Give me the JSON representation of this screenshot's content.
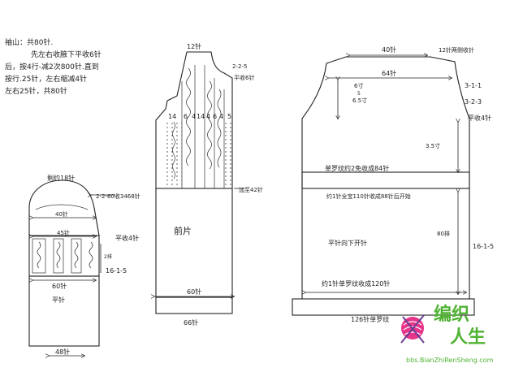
{
  "notes": {
    "lines": [
      "袖山：共80针.",
      "先左右收腋下平收6针",
      "后，按4行-减2次800针.直到",
      "按行.25针，左右缩减4针",
      "左右25针，共80针"
    ]
  },
  "sleeve": {
    "top_label": "剩约18针",
    "cap_rule": "2-2-60收3468针",
    "cap_width": "40针",
    "cable_width": "45针",
    "ribbing_label": "平收4针",
    "side_label": "2排",
    "side_rule": "16-1-5",
    "cuff_label": "60针",
    "body_label": "平针",
    "bottom_label": "48针"
  },
  "front": {
    "top_label": "12针",
    "neck_rule": "2-2-5",
    "neck_label": "平收6针",
    "cable_numbers": [
      "14",
      "6",
      "4",
      "14",
      "4",
      "6",
      "4",
      "5"
    ],
    "waist_label": "加至42针",
    "panel_label": "前片",
    "width_label": "60针",
    "hem_label": "66针"
  },
  "back": {
    "top_label": "40针",
    "shoulder_label": "12针两侧收针",
    "upper_width": "64针",
    "armhole_height": "6寸",
    "armhole_fraction": "5",
    "armhole_height2": "6.5寸",
    "armhole_rule1": "3-1-1",
    "armhole_rule2": "3-2-3",
    "armhole_label": "平收4针",
    "side_height": "3.5寸",
    "band_label": "单罗纹约2免收成84针",
    "band_note": "约1针全宝110针收成88针后开始",
    "body_label": "平针向下开针",
    "length_label": "80排",
    "side_rule": "16-1-5",
    "lower_label": "约1针单罗纹收成120针",
    "hem_label": "126针单罗纹"
  },
  "logo": {
    "line1": "编织",
    "line2": "人生",
    "url": "bbs.BianZhiRenSheng.com"
  },
  "colors": {
    "ink": "#222222",
    "logo_green": "#4fb233",
    "logo_pink": "#e6358a",
    "logo_purple": "#6a3c93"
  }
}
